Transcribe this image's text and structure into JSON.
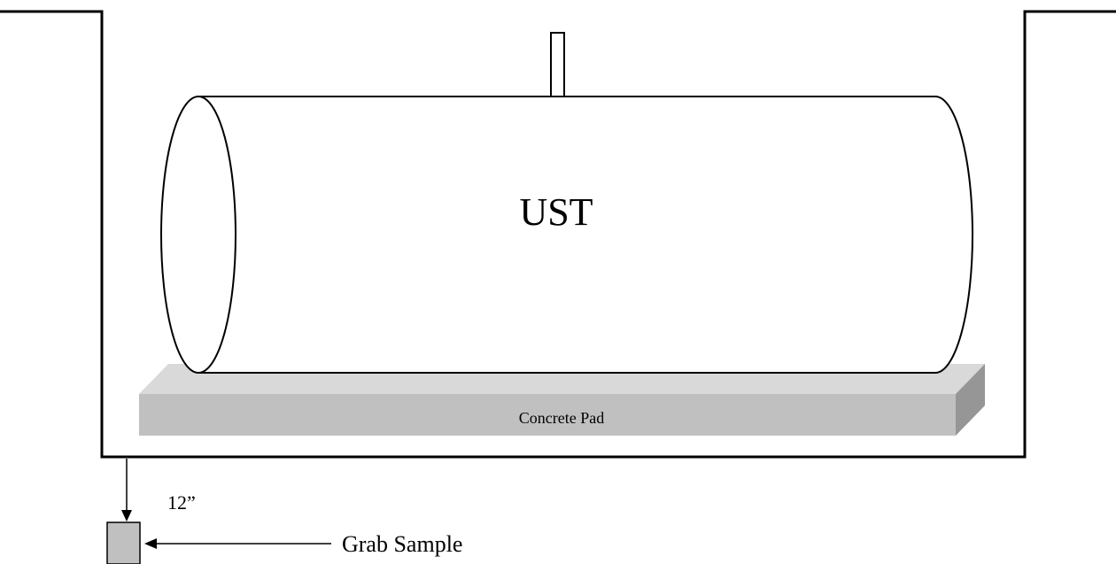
{
  "diagram": {
    "tank_label": "UST",
    "pad_label": "Concrete Pad",
    "depth_label": "12”",
    "sample_label": "Grab Sample",
    "colors": {
      "line": "#000000",
      "background": "#ffffff",
      "pad_top": "#d9d9d9",
      "pad_front": "#c0c0c0",
      "pad_side": "#969696",
      "sample_fill": "#c0c0c0"
    }
  }
}
